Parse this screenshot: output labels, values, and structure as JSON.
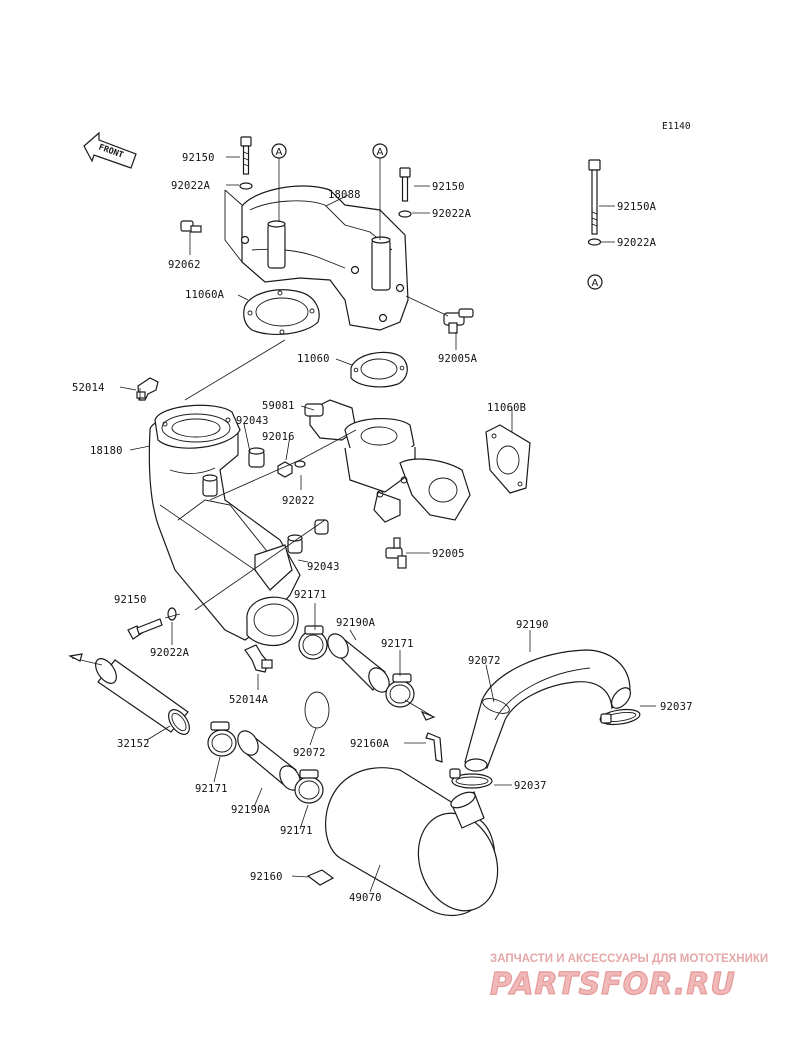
{
  "diagram_code": "E1140",
  "front_label": "FRONT",
  "ref_marker": "A",
  "parts": {
    "p92150_top": "92150",
    "p92022A_top": "92022A",
    "p18088": "18088",
    "p92150_mid": "92150",
    "p92022A_mid": "92022A",
    "p92150A": "92150A",
    "p92022A_right": "92022A",
    "p92062": "92062",
    "p11060A": "11060A",
    "p92005A": "92005A",
    "p11060": "11060",
    "p52014": "52014",
    "p59081": "59081",
    "p11060B": "11060B",
    "p92043_top": "92043",
    "p92016": "92016",
    "p18180": "18180",
    "p92022": "92022",
    "p92005": "92005",
    "p92043_bot": "92043",
    "p92171_a": "92171",
    "p92190A_a": "92190A",
    "p92171_b": "92171",
    "p92190": "92190",
    "p92150_low": "92150",
    "p92022A_low": "92022A",
    "p52014A": "52014A",
    "p92072_a": "92072",
    "p92037_a": "92037",
    "p32152": "32152",
    "p92160A": "92160A",
    "p92072_b": "92072",
    "p92171_c": "92171",
    "p92037_b": "92037",
    "p92190A_b": "92190A",
    "p92171_d": "92171",
    "p92160": "92160",
    "p49070": "49070"
  },
  "watermark": {
    "line1": "ЗАПЧАСТИ И АКСЕССУАРЫ ДЛЯ МОТОТЕХНИКИ",
    "line2": "PARTSFOR.RU"
  }
}
